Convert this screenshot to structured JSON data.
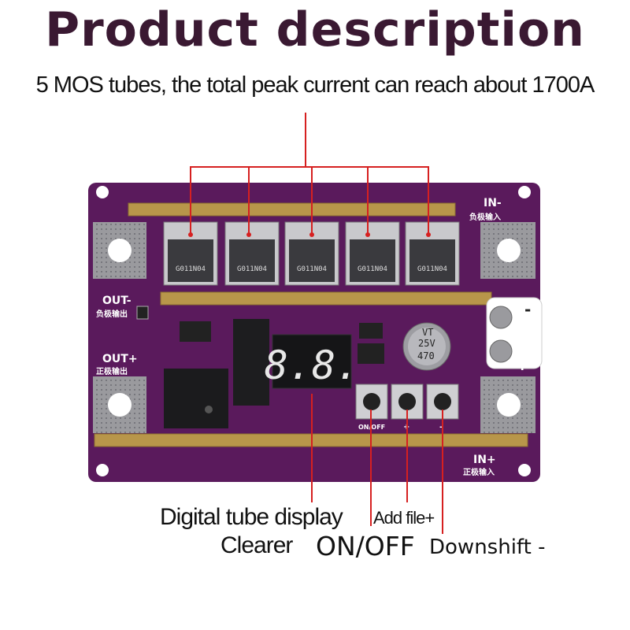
{
  "header": {
    "title": "Product description",
    "subtitle": "5 MOS tubes, the total peak current can reach about 1700A"
  },
  "callouts": {
    "digital_tube_display": "Digital tube display",
    "clearer": "Clearer",
    "on_off": "ON/OFF",
    "add_file": "Add file+",
    "downshift": "Downshift -"
  },
  "board": {
    "in_minus": "IN-",
    "in_minus_cn": "负极输入",
    "in_plus": "IN+",
    "in_plus_cn": "正极输入",
    "out_minus": "OUT-",
    "out_minus_cn": "负极输出",
    "out_plus": "OUT+",
    "out_plus_cn": "正极输出",
    "mosfet_marking": "G011N04",
    "capacitor_marking_1": "470",
    "capacitor_marking_2": "25V",
    "capacitor_marking_3": "VT",
    "display_digits": "8.8.",
    "btn_label_onoff": "ON/OFF",
    "btn_label_plus": "+",
    "btn_label_minus": "-",
    "terminal_minus": "-",
    "terminal_plus": "+"
  },
  "colors": {
    "title": "#3a1932",
    "pcb": "#5a1a5c",
    "leader_line": "#d62020",
    "copper": "#b8964a"
  }
}
